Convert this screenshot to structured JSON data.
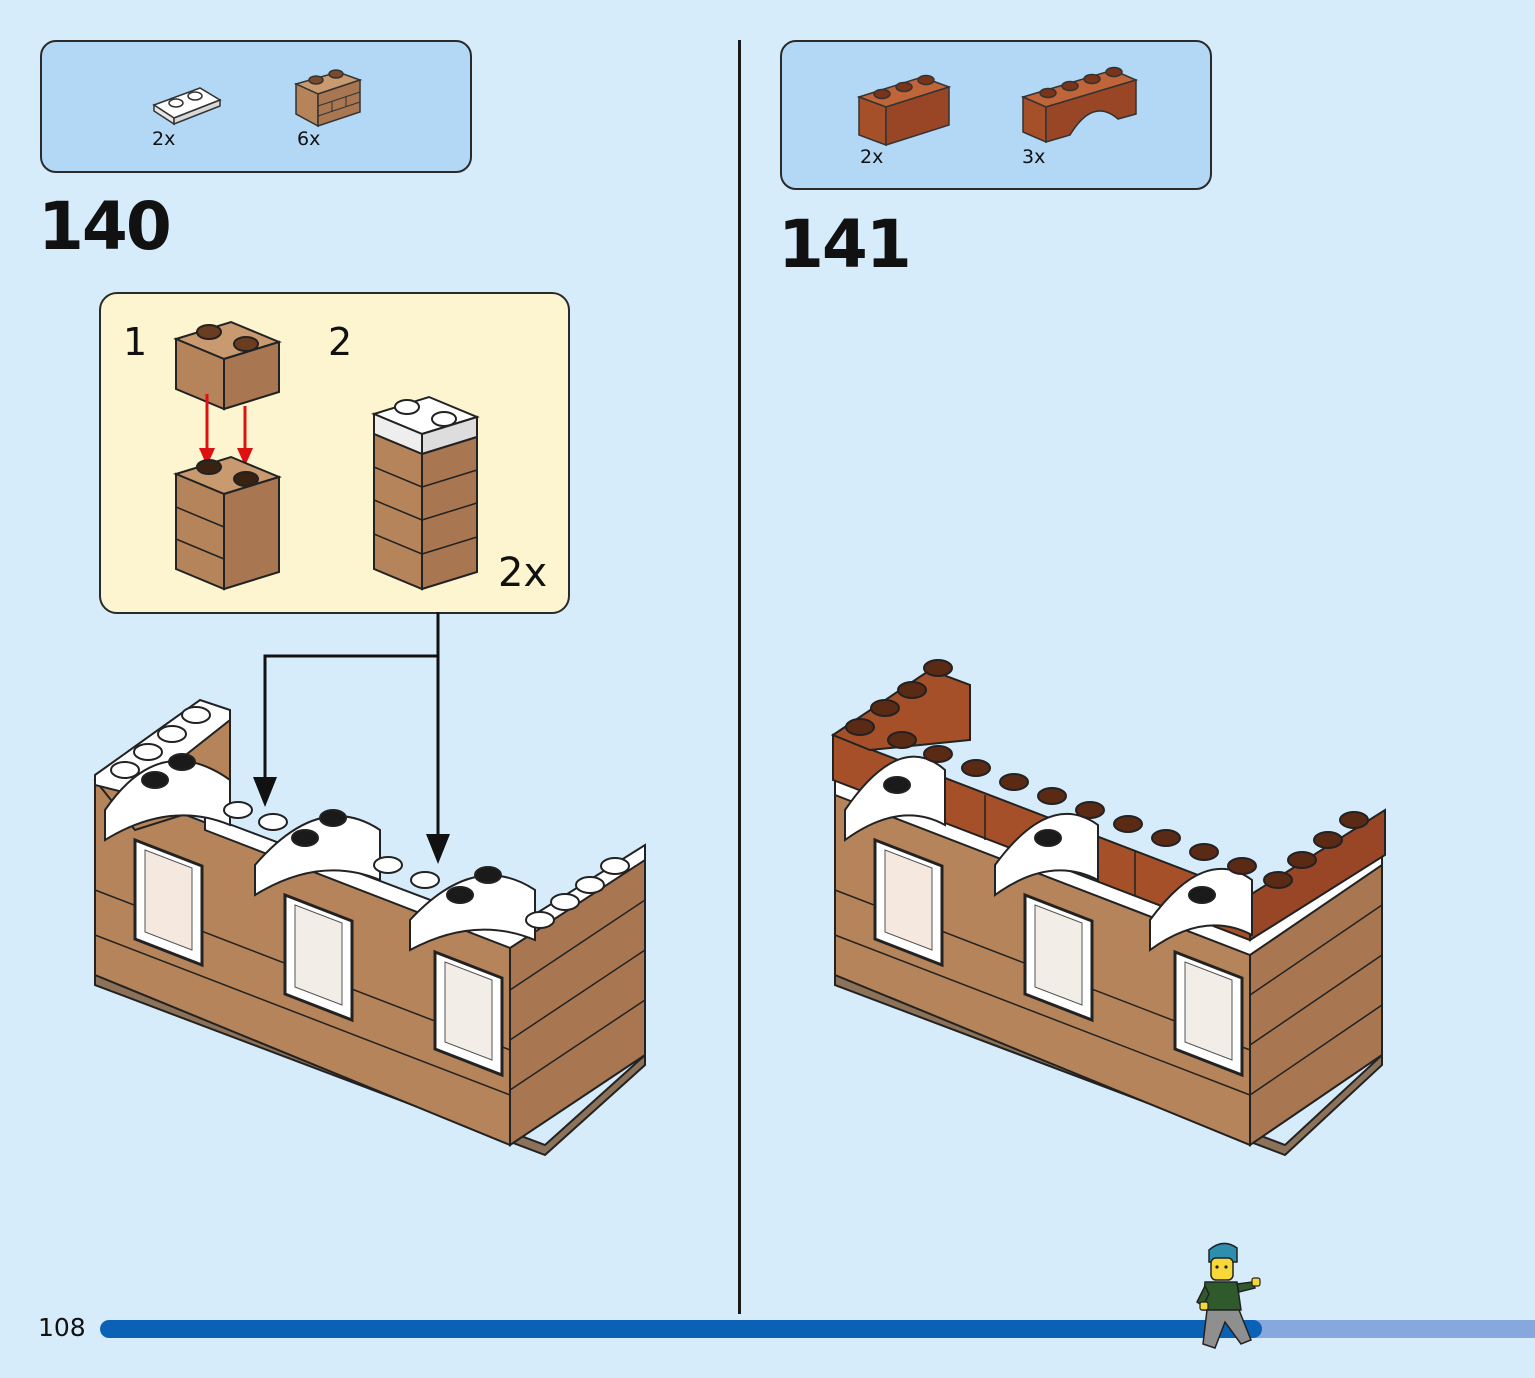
{
  "page": {
    "number": "108",
    "progress_fraction": 0.81
  },
  "step_140": {
    "number": "140",
    "parts": [
      {
        "qty": "2x",
        "icon": "white-plate-1x2-icon"
      },
      {
        "qty": "6x",
        "icon": "brown-masonry-brick-1x2-icon"
      }
    ],
    "subassembly": {
      "steps": [
        "1",
        "2"
      ],
      "multiplier": "2x"
    }
  },
  "step_141": {
    "number": "141",
    "parts": [
      {
        "qty": "2x",
        "icon": "reddish-brown-brick-1x3-icon"
      },
      {
        "qty": "3x",
        "icon": "reddish-brown-arch-1x4-icon"
      }
    ]
  },
  "colors": {
    "background": "#d7ecfb",
    "parts_box": "#b3d8f5",
    "sub_box": "#fdf5cf",
    "brick": "#b5845a",
    "reddish_brown": "#a6502a",
    "progress_done": "#0a61b5",
    "progress_rest": "#87a8dc"
  }
}
